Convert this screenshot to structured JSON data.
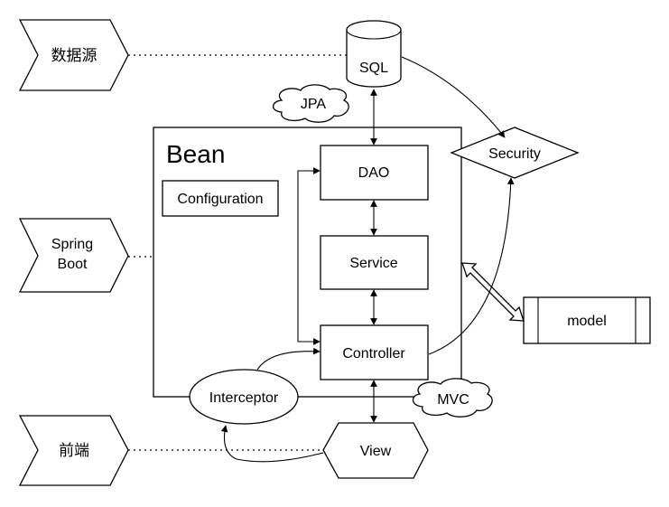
{
  "labels": {
    "datasource": "数据源",
    "sql": "SQL",
    "jpa": "JPA",
    "security": "Security",
    "bean": "Bean",
    "configuration": "Configuration",
    "dao": "DAO",
    "service": "Service",
    "controller": "Controller",
    "spring_boot_line1": "Spring",
    "spring_boot_line2": "Boot",
    "model": "model",
    "interceptor": "Interceptor",
    "mvc": "MVC",
    "frontend": "前端",
    "view": "View"
  }
}
